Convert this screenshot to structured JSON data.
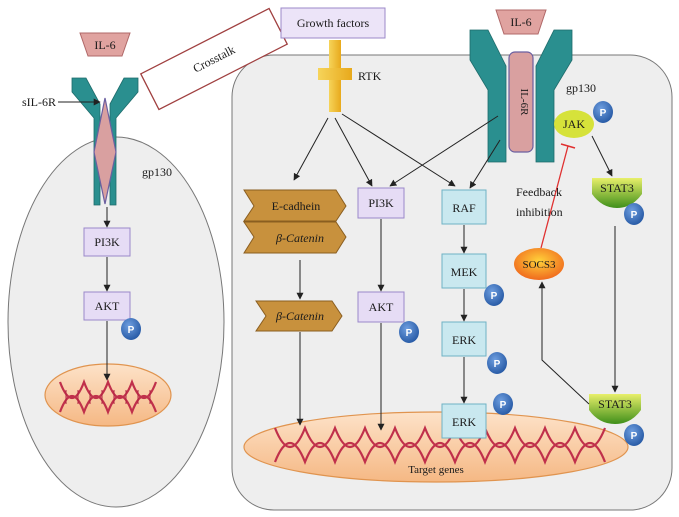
{
  "labels": {
    "il6_left": "IL-6",
    "il6_right": "IL-6",
    "sil6r": "sIL-6R",
    "gp130_left": "gp130",
    "gp130_right": "gp130",
    "il6r": "IL-6R",
    "crosstalk": "Crosstalk",
    "growth_factors": "Growth factors",
    "rtk": "RTK",
    "pi3k_left": "PI3K",
    "akt_left": "AKT",
    "ecadherin": "E-cadhein",
    "bcatenin_membrane": "β-Catenin",
    "bcatenin_nuclear": "β-Catenin",
    "pi3k_right": "PI3K",
    "akt_right": "AKT",
    "raf": "RAF",
    "mek": "MEK",
    "erk1": "ERK",
    "erk2": "ERK",
    "jak": "JAK",
    "stat3_top": "STAT3",
    "stat3_bottom": "STAT3",
    "socs3": "SOCS3",
    "feedback_line1": "Feedback",
    "feedback_line2": "inhibition",
    "target_genes": "Target genes",
    "phospho": "P"
  },
  "colors": {
    "receptor": "#2a8f8f",
    "il6": "#e0a3a0",
    "il6r": "#d9a0a0",
    "kinase_fill": "#e6dcf5",
    "kinase_border": "#9b88c9",
    "mapk_fill": "#c9e8ef",
    "mapk_border": "#6fb2c4",
    "catenin_fill": "#c8913d",
    "rtk": "#f2c12e",
    "jak": "#d6e23a",
    "stat3": "#8cbf26",
    "phospho": "#3a6eb5",
    "socs3": "#f3822f",
    "inhibition": "#e03030",
    "nucleus": "#f7c9a0",
    "dna": "#c0304b",
    "cell_fill": "#eeeeee"
  }
}
